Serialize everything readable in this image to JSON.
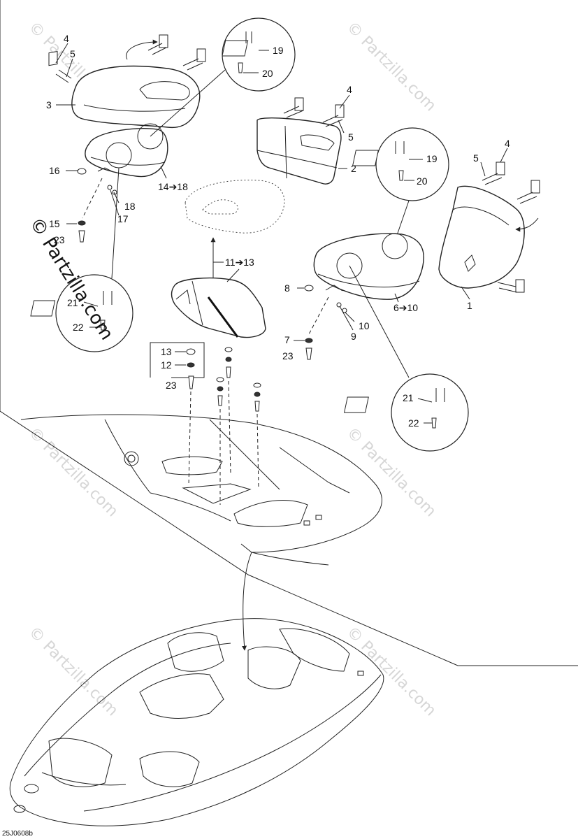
{
  "callouts": {
    "c1": "1",
    "c2": "2",
    "c3": "3",
    "c4a": "4",
    "c4b": "4",
    "c4c": "4",
    "c5a": "5",
    "c5b": "5",
    "c5c": "5",
    "c6": "6➔10",
    "c7": "7",
    "c8": "8",
    "c9": "9",
    "c10": "10",
    "c11": "11➔13",
    "c12": "12",
    "c13": "13",
    "c14": "14➔18",
    "c15": "15",
    "c16": "16",
    "c17": "17",
    "c18": "18",
    "c19a": "19",
    "c19b": "19",
    "c20a": "20",
    "c20b": "20",
    "c21a": "21",
    "c21b": "21",
    "c22a": "22",
    "c22b": "22",
    "c23a": "23",
    "c23b": "23",
    "c23c": "23"
  },
  "watermark": {
    "brand": "© Partzilla.com",
    "tile": "© Partzilla.com"
  },
  "reference_code": "25J0608b",
  "colors": {
    "line": "#222222",
    "watermark": "#d6d6d6",
    "background": "#ffffff"
  }
}
